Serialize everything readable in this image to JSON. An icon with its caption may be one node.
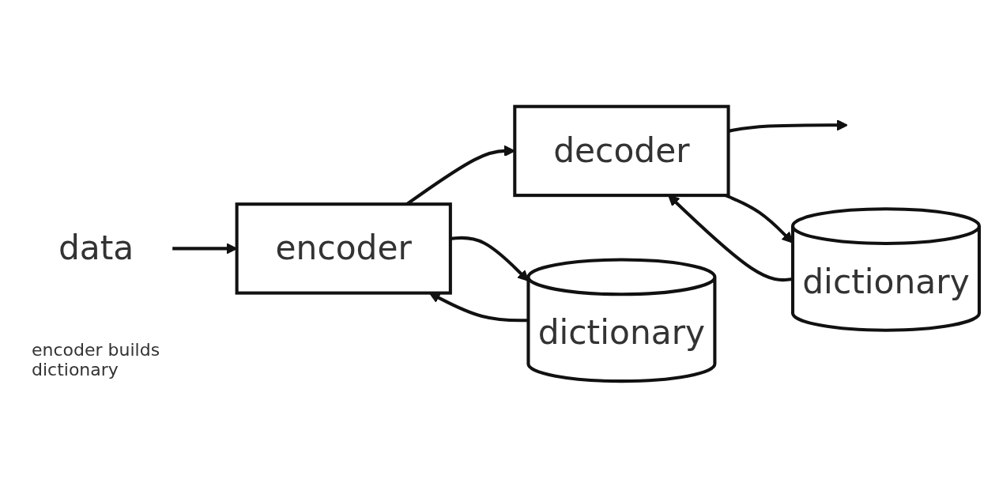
{
  "diagram": {
    "nodes": [
      {
        "text": [
          "data"
        ]
      },
      {
        "text": [
          "encoder"
        ]
      },
      {
        "text": [
          "decoder"
        ]
      },
      {
        "text": [
          "dictionary"
        ]
      },
      {
        "text": [
          "dictionary"
        ]
      }
    ],
    "edges": [
      {
        "from": 0,
        "to": 1,
        "arrow": "to"
      },
      {
        "from": 1,
        "to": 2,
        "arrow": "to"
      },
      {
        "from": 2,
        "to": null,
        "arrow": "to"
      },
      {
        "from": 1,
        "to": 3,
        "arrow": "to"
      },
      {
        "from": 3,
        "to": 1,
        "arrow": "to"
      },
      {
        "from": 2,
        "to": 4,
        "arrow": "to"
      },
      {
        "from": 4,
        "to": 2,
        "arrow": "to"
      }
    ],
    "labels": [
      "encoder builds dictionary"
    ]
  }
}
